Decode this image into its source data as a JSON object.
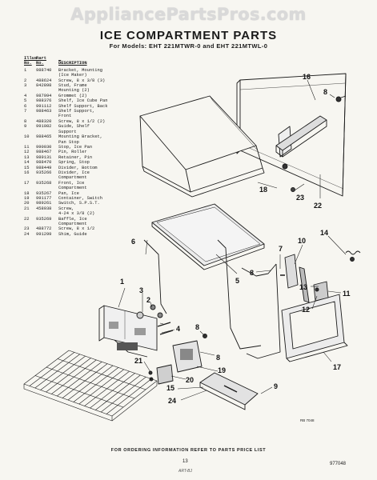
{
  "watermark": "AppliancePartsPros.com",
  "title": "ICE COMPARTMENT PARTS",
  "models": "For Models: EHT 221MTWR-0 and EHT 221MTWL-0",
  "table": {
    "header_illus_top": "Illus.",
    "header_illus_bottom": "No.",
    "header_part_top": "Part",
    "header_part_bottom": "No.",
    "header_desc": "DESCRIPTION",
    "rows": [
      {
        "illus": "1",
        "part": "988740",
        "desc": [
          "Bracket, Mounting",
          "(Ice Maker)"
        ]
      },
      {
        "illus": "2",
        "part": "488624",
        "desc": [
          "Screw, 8 x 3/8 (3)"
        ]
      },
      {
        "illus": "3",
        "part": "842898",
        "desc": [
          "Stud, Frame",
          "Mounting (2)"
        ]
      },
      {
        "illus": "4",
        "part": "987994",
        "desc": [
          "Grommet (2)"
        ]
      },
      {
        "illus": "5",
        "part": "988376",
        "desc": [
          "Shelf, Ice Cube Pan"
        ]
      },
      {
        "illus": "6",
        "part": "991112",
        "desc": [
          "Shelf Support, Back"
        ]
      },
      {
        "illus": "7",
        "part": "988463",
        "desc": [
          "Shelf Support,",
          "Front"
        ]
      },
      {
        "illus": "8",
        "part": "488320",
        "desc": [
          "Screw, 8 x 1/2 (2)"
        ]
      },
      {
        "illus": "9",
        "part": "991082",
        "desc": [
          "Guide, Shelf",
          "Support"
        ]
      },
      {
        "illus": "10",
        "part": "988465",
        "desc": [
          "Mounting Bracket,",
          "Pan Stop"
        ]
      },
      {
        "illus": "11",
        "part": "990030",
        "desc": [
          "Stop, Ice Pan"
        ]
      },
      {
        "illus": "12",
        "part": "988467",
        "desc": [
          "Pin, Roller"
        ]
      },
      {
        "illus": "13",
        "part": "989131",
        "desc": [
          "Retainer, Pin"
        ]
      },
      {
        "illus": "14",
        "part": "988470",
        "desc": [
          "Spring, Stop"
        ]
      },
      {
        "illus": "15",
        "part": "988449",
        "desc": [
          "Divider, Bottom"
        ]
      },
      {
        "illus": "16",
        "part": "935266",
        "desc": [
          "Divider, Ice",
          "Compartment"
        ]
      },
      {
        "illus": "17",
        "part": "935268",
        "desc": [
          "Front, Ice",
          "Compartment"
        ]
      },
      {
        "illus": "18",
        "part": "935267",
        "desc": [
          "Pan, Ice"
        ]
      },
      {
        "illus": "19",
        "part": "991177",
        "desc": [
          "Container, Switch"
        ]
      },
      {
        "illus": "20",
        "part": "989261",
        "desc": [
          "Switch, S.P.S.T."
        ]
      },
      {
        "illus": "21",
        "part": "458938",
        "desc": [
          "Screw,",
          "4-24 x 3/8 (2)"
        ]
      },
      {
        "illus": "22",
        "part": "935269",
        "desc": [
          "Baffle, Ice",
          "Compartment"
        ]
      },
      {
        "illus": "23",
        "part": "488772",
        "desc": [
          "Screw, 8 x 1/2"
        ]
      },
      {
        "illus": "24",
        "part": "991299",
        "desc": [
          "Shim, Guide"
        ]
      }
    ]
  },
  "callouts": {
    "n1": "1",
    "n2": "2",
    "n3": "3",
    "n4": "4",
    "n5": "5",
    "n6": "6",
    "n7": "7",
    "n8a": "8",
    "n8b": "8",
    "n8c": "8",
    "n8d": "8",
    "n9": "9",
    "n10": "10",
    "n11": "11",
    "n12": "12",
    "n13": "13",
    "n14": "14",
    "n15": "15",
    "n16": "16",
    "n17": "17",
    "n18": "18",
    "n19": "19",
    "n20": "20",
    "n21": "21",
    "n22": "22",
    "n23": "23",
    "n24": "24"
  },
  "figure_code": "RB 7048",
  "footer": "FOR ORDERING INFORMATION REFER TO PARTS PRICE LIST",
  "page_number": "13",
  "doc_number": "977048",
  "signature": "ART-BJ"
}
